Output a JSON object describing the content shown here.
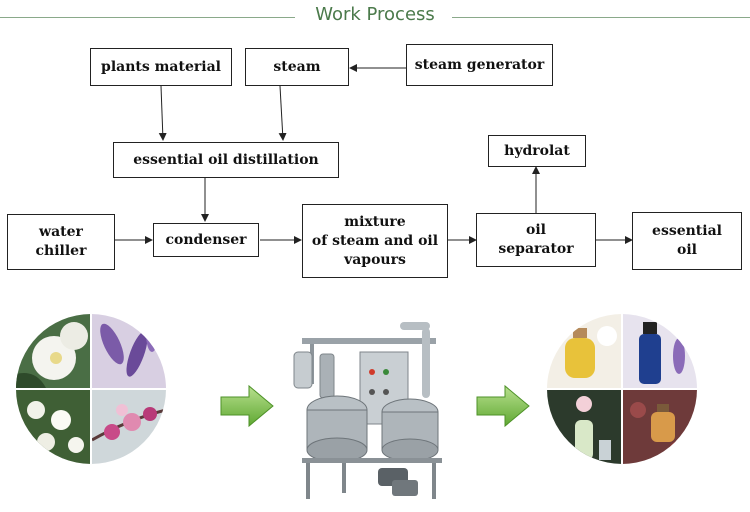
{
  "title": "Work Process",
  "nodes": {
    "plants_material": "plants material",
    "steam": "steam",
    "steam_generator": "steam generator",
    "distillation": "essential oil distillation",
    "hydrolat": "hydrolat",
    "water_chiller": "water\nchiller",
    "condenser": "condenser",
    "mixture": "mixture\nof steam and oil\nvapours",
    "oil_separator": "oil\nseparator",
    "essential_oil": "essential\noil"
  },
  "colors": {
    "title_text": "#4b7a4b",
    "arrow_green": "#7cc04a",
    "box_border": "#222222"
  },
  "icons": {
    "flow_arrow_1": "green-right-arrow-icon",
    "flow_arrow_2": "green-right-arrow-icon"
  }
}
